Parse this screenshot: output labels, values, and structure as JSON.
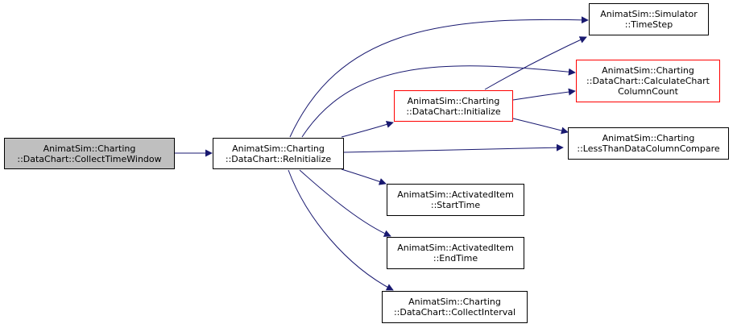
{
  "colors": {
    "edge": "#191970",
    "node_border": "#000000",
    "node_highlight_border": "#ff0000",
    "root_fill": "#bfbfbf"
  },
  "nodes": {
    "collect_time_window": {
      "line1": "AnimatSim::Charting",
      "line2": "::DataChart::CollectTimeWindow"
    },
    "reinitialize": {
      "line1": "AnimatSim::Charting",
      "line2": "::DataChart::ReInitialize"
    },
    "initialize": {
      "line1": "AnimatSim::Charting",
      "line2": "::DataChart::Initialize"
    },
    "time_step": {
      "line1": "AnimatSim::Simulator",
      "line2": "::TimeStep"
    },
    "calculate_chart_column_count": {
      "line1": "AnimatSim::Charting",
      "line2": "::DataChart::CalculateChart",
      "line3": "ColumnCount"
    },
    "less_than_data_column_compare": {
      "line1": "AnimatSim::Charting",
      "line2": "::LessThanDataColumnCompare"
    },
    "start_time": {
      "line1": "AnimatSim::ActivatedItem",
      "line2": "::StartTime"
    },
    "end_time": {
      "line1": "AnimatSim::ActivatedItem",
      "line2": "::EndTime"
    },
    "collect_interval": {
      "line1": "AnimatSim::Charting",
      "line2": "::DataChart::CollectInterval"
    }
  },
  "edges": [
    [
      "collect_time_window",
      "reinitialize"
    ],
    [
      "reinitialize",
      "initialize"
    ],
    [
      "reinitialize",
      "time_step"
    ],
    [
      "reinitialize",
      "calculate_chart_column_count"
    ],
    [
      "reinitialize",
      "less_than_data_column_compare"
    ],
    [
      "reinitialize",
      "start_time"
    ],
    [
      "reinitialize",
      "end_time"
    ],
    [
      "reinitialize",
      "collect_interval"
    ],
    [
      "initialize",
      "time_step"
    ],
    [
      "initialize",
      "calculate_chart_column_count"
    ],
    [
      "initialize",
      "less_than_data_column_compare"
    ]
  ]
}
